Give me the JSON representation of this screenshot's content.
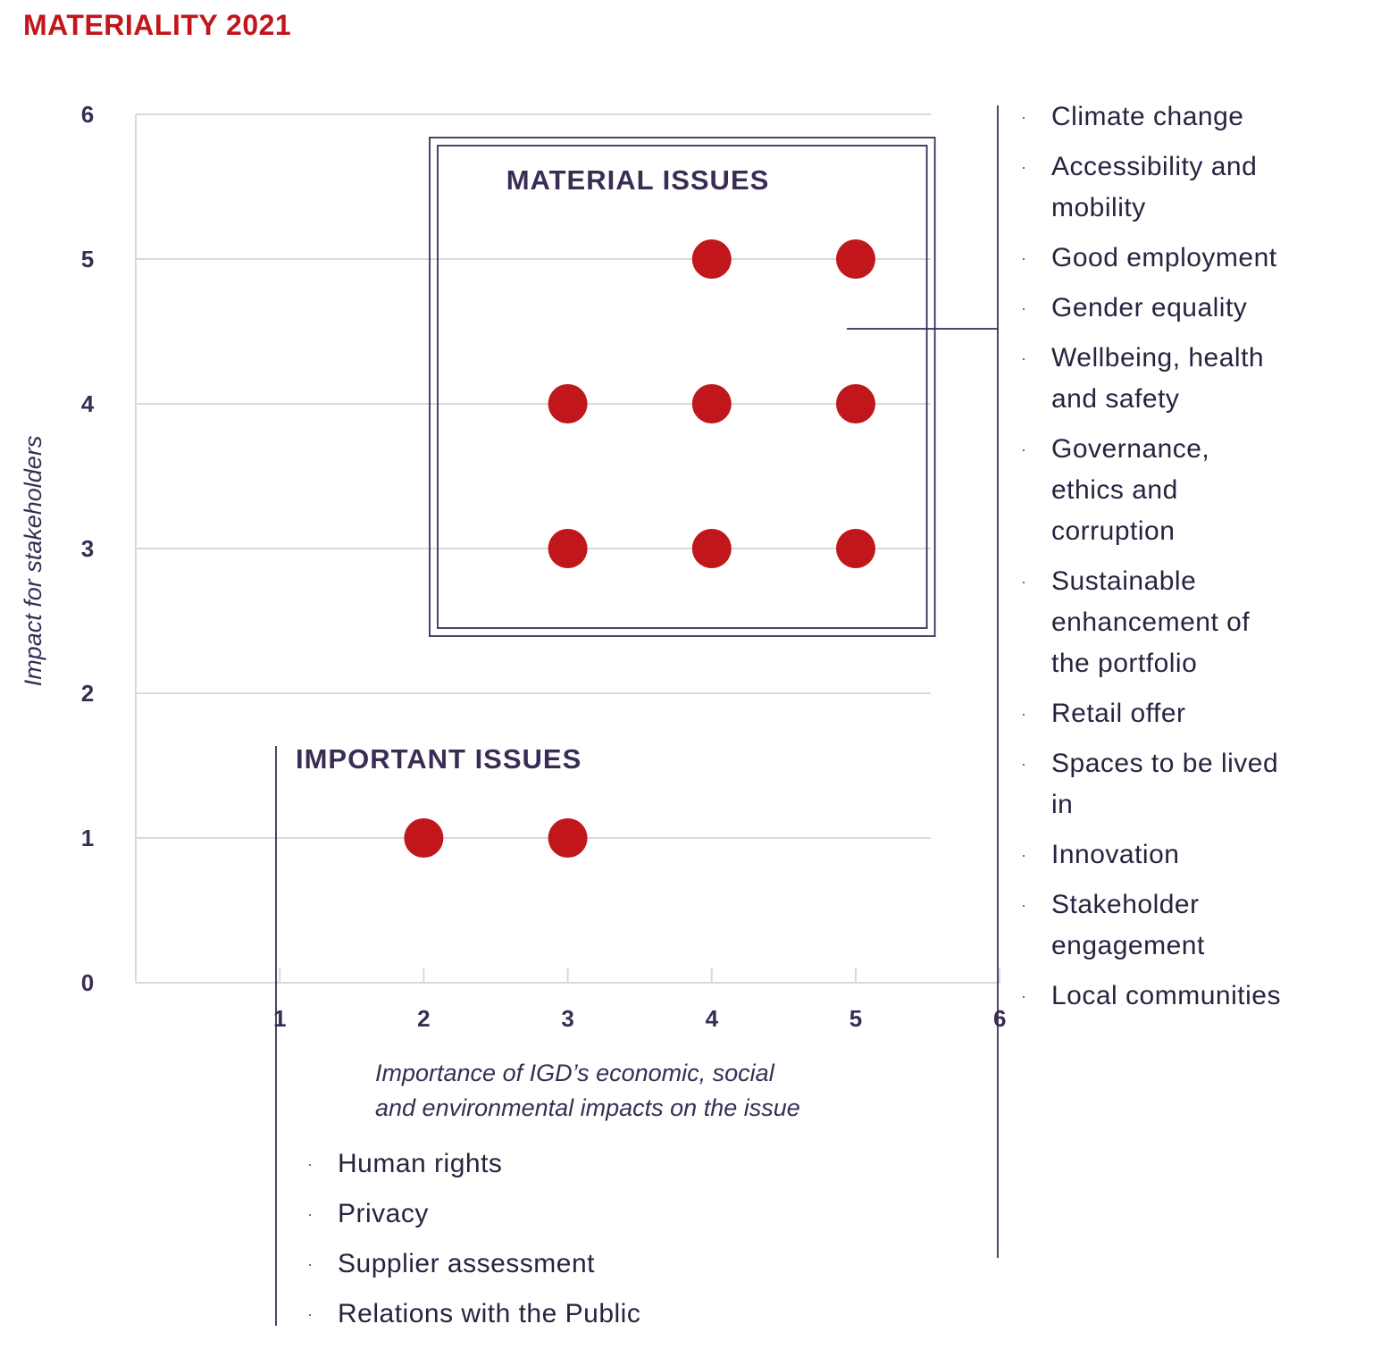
{
  "title": "MATERIALITY 2021",
  "colors": {
    "title": "#c0161c",
    "point": "#c0161c",
    "text": "#3a2d55",
    "grid": "#d9d9d9"
  },
  "chart_data": {
    "type": "scatter",
    "xlabel_lines": [
      "Importance of IGD’s economic, social",
      "and environmental impacts on the issue"
    ],
    "ylabel": "Impact for stakeholders",
    "xlim": [
      0,
      6
    ],
    "ylim": [
      0,
      6
    ],
    "x_ticks": [
      1,
      2,
      3,
      4,
      5,
      6
    ],
    "y_ticks": [
      0,
      1,
      2,
      3,
      4,
      5,
      6
    ],
    "grid": "horizontal",
    "points": [
      {
        "x": 4,
        "y": 5
      },
      {
        "x": 5,
        "y": 5
      },
      {
        "x": 3,
        "y": 4
      },
      {
        "x": 4,
        "y": 4
      },
      {
        "x": 5,
        "y": 4
      },
      {
        "x": 3,
        "y": 3
      },
      {
        "x": 4,
        "y": 3
      },
      {
        "x": 5,
        "y": 3
      },
      {
        "x": 2,
        "y": 1
      },
      {
        "x": 3,
        "y": 1
      }
    ],
    "regions": [
      {
        "label": "MATERIAL ISSUES",
        "x_range": [
          2.5,
          5.5
        ],
        "y_range": [
          2.5,
          5.5
        ]
      },
      {
        "label": "IMPORTANT ISSUES"
      }
    ]
  },
  "material_issues": [
    "Climate change",
    "Accessibility and mobility",
    "Good employment",
    "Gender equality",
    "Wellbeing, health and safety",
    "Governance, ethics and corruption",
    "Sustainable enhancement of the portfolio",
    "Retail offer",
    "Spaces to be lived in",
    "Innovation",
    "Stakeholder engagement",
    "Local communities"
  ],
  "important_issues": [
    "Human rights",
    "Privacy",
    "Supplier assessment",
    "Relations with the Public"
  ]
}
